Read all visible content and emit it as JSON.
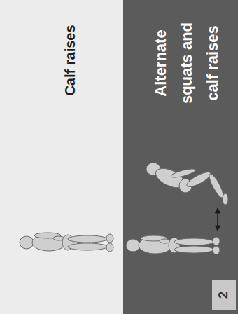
{
  "diagram": {
    "nodes": [
      {
        "text": [
          "Calf raises"
        ]
      },
      {
        "text": [
          "Alternate squats and calf raises"
        ]
      },
      {
        "text": [
          "2"
        ],
        "in": 1
      }
    ]
  }
}
